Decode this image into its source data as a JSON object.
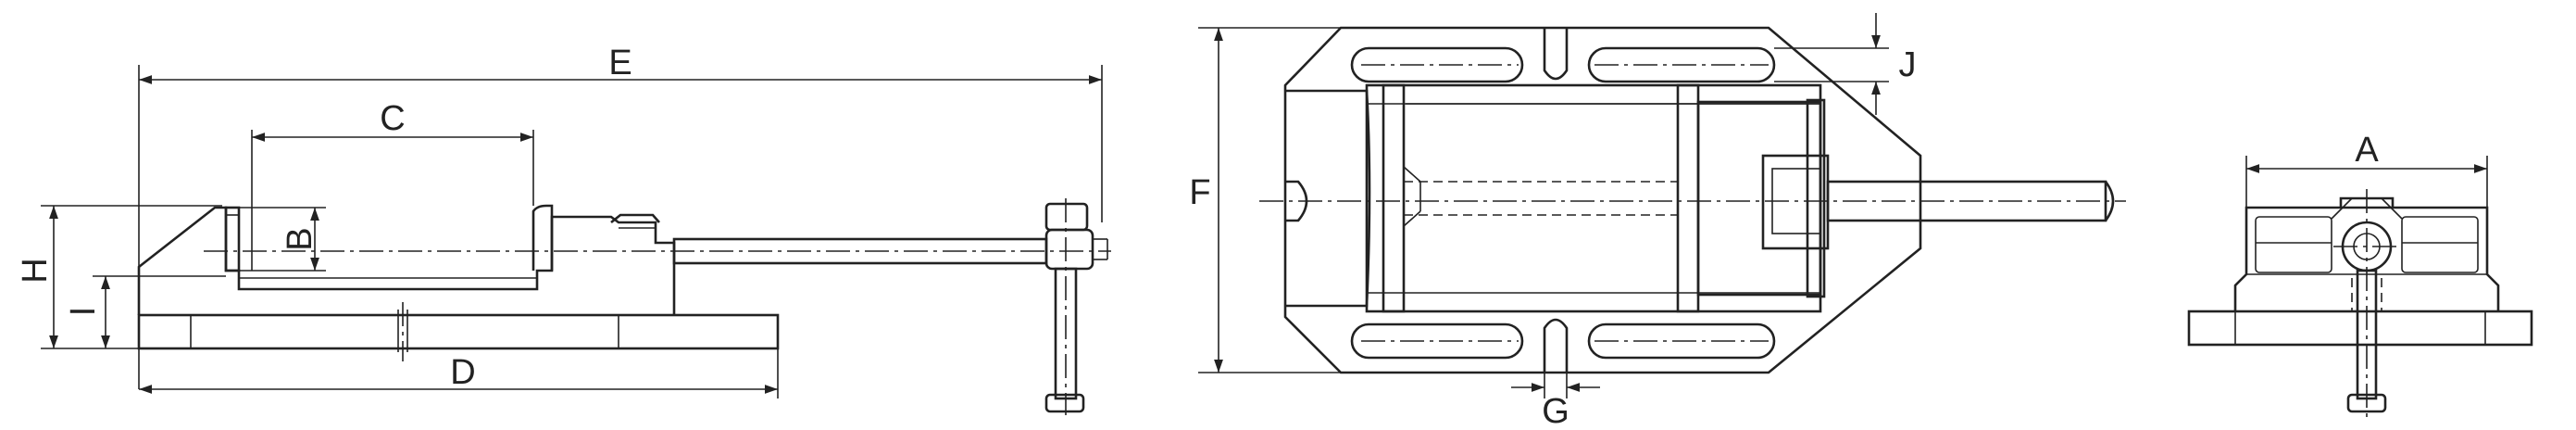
{
  "diagram": {
    "line_color": "#222222",
    "background": "#ffffff",
    "views": {
      "side": {
        "labels": {
          "E": "E",
          "C": "C",
          "B": "B",
          "H": "H",
          "I": "I",
          "D": "D"
        }
      },
      "top": {
        "labels": {
          "F": "F",
          "J": "J",
          "G": "G"
        }
      },
      "end": {
        "labels": {
          "A": "A"
        }
      }
    }
  }
}
